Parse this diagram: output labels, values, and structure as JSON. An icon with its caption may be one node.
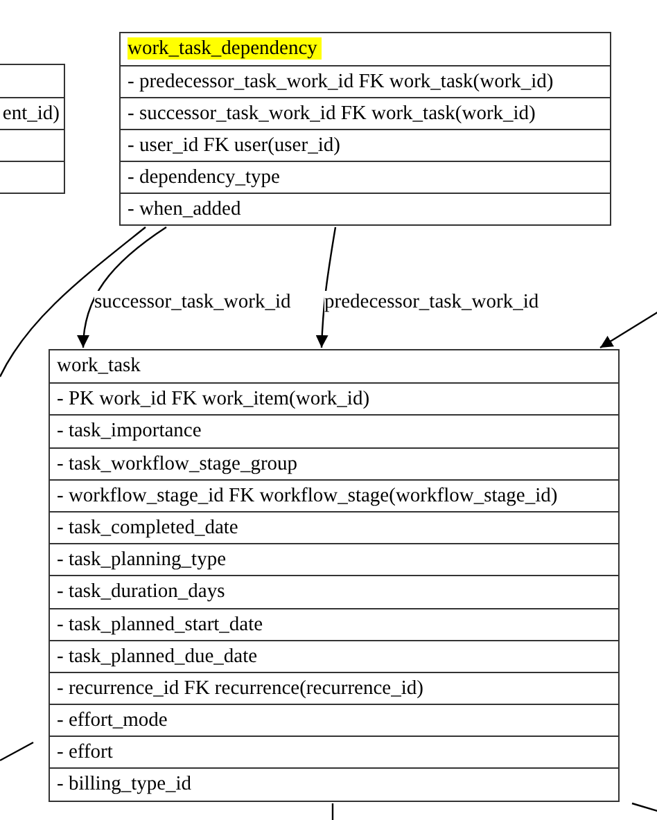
{
  "diagram": {
    "nodes": [
      {
        "text": [
          "ent_id)"
        ]
      },
      {
        "text": [
          "work_task_dependency",
          "- predecessor_task_work_id FK work_task(work_id)",
          "- successor_task_work_id FK work_task(work_id)",
          "- user_id FK user(user_id)",
          "- dependency_type",
          "- when_added"
        ]
      },
      {
        "text": [
          "work_task",
          "- PK work_id FK work_item(work_id)",
          "- task_importance",
          "- task_workflow_stage_group",
          "- workflow_stage_id FK workflow_stage(workflow_stage_id)",
          "- task_completed_date",
          "- task_planning_type",
          "- task_duration_days",
          "- task_planned_start_date",
          "- task_planned_due_date",
          "- recurrence_id FK recurrence(recurrence_id)",
          "- effort_mode",
          "- effort",
          "- billing_type_id"
        ]
      }
    ],
    "edges": [
      {
        "from": 1,
        "to": 2,
        "arrow": "to",
        "label": "successor_task_work_id"
      },
      {
        "from": 1,
        "to": 2,
        "arrow": "to",
        "label": "predecessor_task_work_id"
      },
      {
        "from": 1,
        "to": null,
        "arrow": "none"
      },
      {
        "from": null,
        "to": 2,
        "arrow": "to"
      },
      {
        "from": null,
        "to": 2,
        "arrow": "none"
      },
      {
        "from": 2,
        "to": null,
        "arrow": "none"
      },
      {
        "from": 2,
        "to": null,
        "arrow": "none"
      }
    ]
  }
}
